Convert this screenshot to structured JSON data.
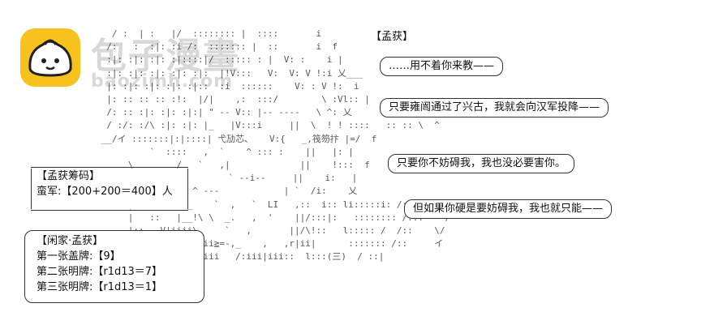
{
  "watermark": {
    "title": "包子漫畫",
    "url": "baozimh.com"
  },
  "speaker": "【孟获】",
  "ascii_art": "   / :  | :   |/  :::::::: |  ::::       i\n  /:   :  :|: :i /:  ::::::: |  ::       i  f\n  :|: :|: :|: :|::::|/  ::::: : |  V: :    i |\n  :|: :|: :|: :|: :|:  |!V:::   V:  V: V !:i 乂___\n  |: :|: :|: :|: :|::  :i  ::::::    V: : V !:  i\n  |: :: :: :: :!:  |/|    ,:  :::/        \\ :Vl:: |\n  /: :: :|: :|: :|:| \" -- V:: |-- ----   \\ ^: 乂\n  / :/: :/\\ :|: :|: |_   |V:::i     ||  \\  ! ! ::::   :: :: \\  ^\n __/イ :::::::|:|::::| 弋劢芯、   V:{   _,筏笏抃 |=/  f\n          `  ::::   ,  `    ^ ::: :    ||   |: |\n      \\        /   `   ,|             ||    !:::  f\n    ,八        :         ` --i--     ||    i:   |\n     ` \\ _    `   ^ ---            | `  /i:    乂\n      |. ::: `   _    `  ,   `  LI   ,::  i:: li:::::i: /:::  V\n      |   ::   |__!\\ \\  _.   ,  '    ||/:::|:   :::::::: /:::    /\n      |::   V|iiii\\     `   ,       ||/\\!::   l::::: /  /::    \\/\n      |_:::   v.iiiiii≧=-,_    ,   ,r|ii|      ::::::: /::     イ\n      ' ` V:\\iiiiiiiiii   /:iii|iii::  l:::(三)  / ::|",
  "bubbles": [
    {
      "text": "……用不着你来教——"
    },
    {
      "text": "只要雍闿通过了兴古，我就会向汉军投降——"
    },
    {
      "text": "只要你不妨碍我，我也没必要害你。"
    },
    {
      "text": "但如果你硬是要妨碍我，我也就只能——"
    }
  ],
  "stats_box": {
    "title": "【孟获筹码】",
    "line": "蛮军:【200+200＝400】人"
  },
  "cards_box": {
    "title": "【闲家·孟获】",
    "rows": [
      "第一张盖牌:【9】",
      "第二张明牌:【r1d13＝7】",
      "第三张明牌:【r1d13＝1】"
    ]
  }
}
